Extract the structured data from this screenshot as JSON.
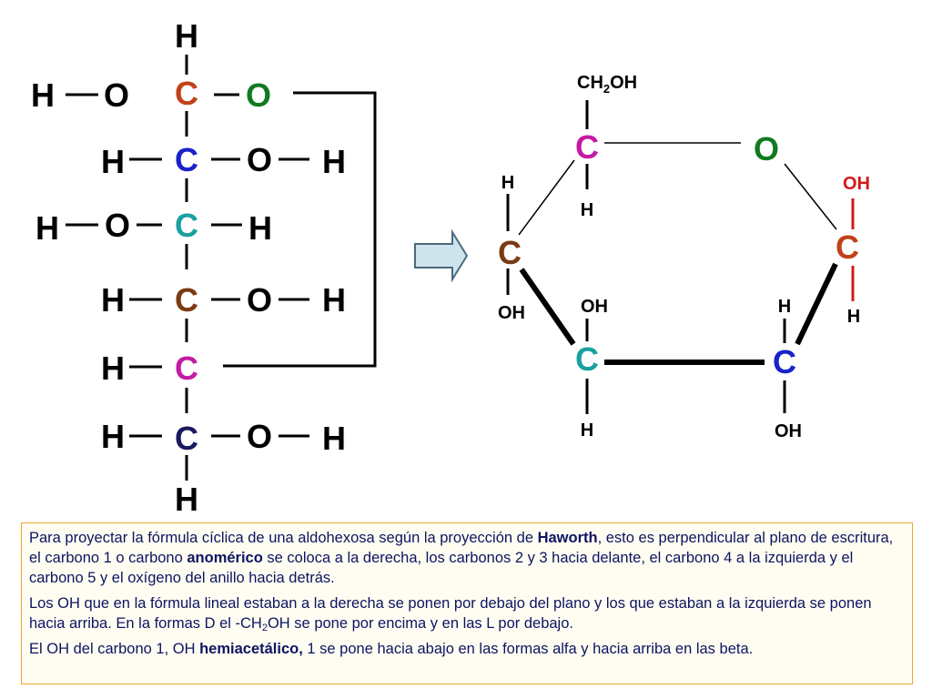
{
  "colors": {
    "c1": "#c0421a",
    "c2": "#1a22c8",
    "c3": "#1aa0a0",
    "c4": "#7a3a12",
    "c5": "#c41aa6",
    "c6": "#1a1a60",
    "oxygen": "#117a1f",
    "ohRed": "#d41818",
    "black": "#000000",
    "arrowFill": "#cfe3ec",
    "arrowStroke": "#4a6b7d"
  },
  "fischer": {
    "row1": {
      "topH": "H",
      "lh": "H",
      "lo": "O",
      "c": "C",
      "ro": "O"
    },
    "row2": {
      "lh": "H",
      "c": "C",
      "ro": "O",
      "rh": "H"
    },
    "row3": {
      "lh": "H",
      "lo": "O",
      "c": "C",
      "rh": "H"
    },
    "row4": {
      "lh": "H",
      "c": "C",
      "ro": "O",
      "rh": "H"
    },
    "row5": {
      "lh": "H",
      "c": "C"
    },
    "row6": {
      "lh": "H",
      "c": "C",
      "ro": "O",
      "rh": "H",
      "bottomH": "H"
    }
  },
  "haworth": {
    "ch2oh": {
      "main": "CH",
      "sub": "2",
      "tail": "OH"
    },
    "c5": {
      "c": "C",
      "h": "H"
    },
    "ring_o": "O",
    "c4": {
      "c": "C",
      "h": "H",
      "oh": "OH"
    },
    "c1": {
      "c": "C",
      "oh": "OH",
      "h": "H"
    },
    "c3": {
      "c": "C",
      "oh": "OH",
      "h": "H"
    },
    "c2": {
      "c": "C",
      "h": "H",
      "oh": "OH"
    }
  },
  "caption": {
    "p1_a": "Para proyectar la fórmula cíclica de una aldohexosa según la proyección de ",
    "p1_b": "Haworth",
    "p1_c": ", esto es perpendicular al plano de escritura,  el carbono 1 o carbono ",
    "p1_d": "anomérico",
    "p1_e": " se coloca a la derecha, los carbonos 2 y 3 hacia delante, el carbono 4 a la izquierda y el carbono 5 y el oxígeno del anillo hacia detrás.",
    "p2_a": " Los OH que en la fórmula lineal estaban a la derecha se ponen por debajo del plano y los que estaban a la izquierda se ponen hacia arriba. En la formas D el -CH",
    "p2_sub": "2",
    "p2_b": "OH se pone por encima y en las L por debajo.",
    "p3_a": "El OH del carbono 1, OH ",
    "p3_b": "hemiacetálico,",
    "p3_c": " 1 se pone hacia abajo en las formas alfa y hacia arriba en las beta."
  }
}
